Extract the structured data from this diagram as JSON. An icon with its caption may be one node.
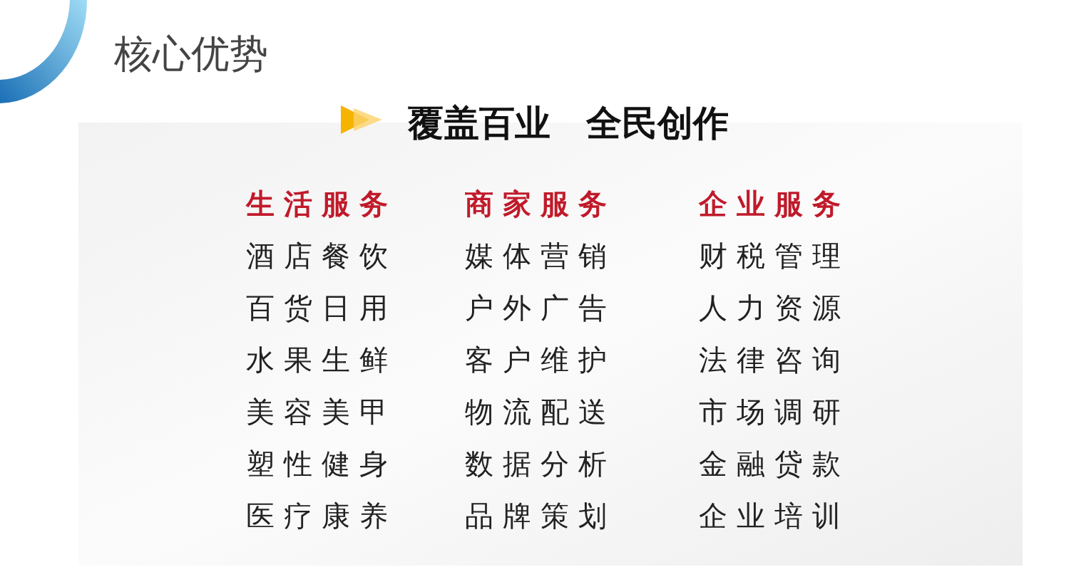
{
  "diagram": {
    "title": "核心优势",
    "labels": [
      "覆盖百业　全民创作",
      "生活服务",
      "商家服务",
      "企业服务",
      "酒店餐饮",
      "媒体营销",
      "财税管理",
      "百货日用",
      "户外广告",
      "人力资源",
      "水果生鲜",
      "客户维护",
      "法律咨询",
      "美容美甲",
      "物流配送",
      "市场调研",
      "塑性健身",
      "数据分析",
      "金融贷款",
      "医疗康养",
      "品牌策划",
      "企业培训"
    ]
  }
}
